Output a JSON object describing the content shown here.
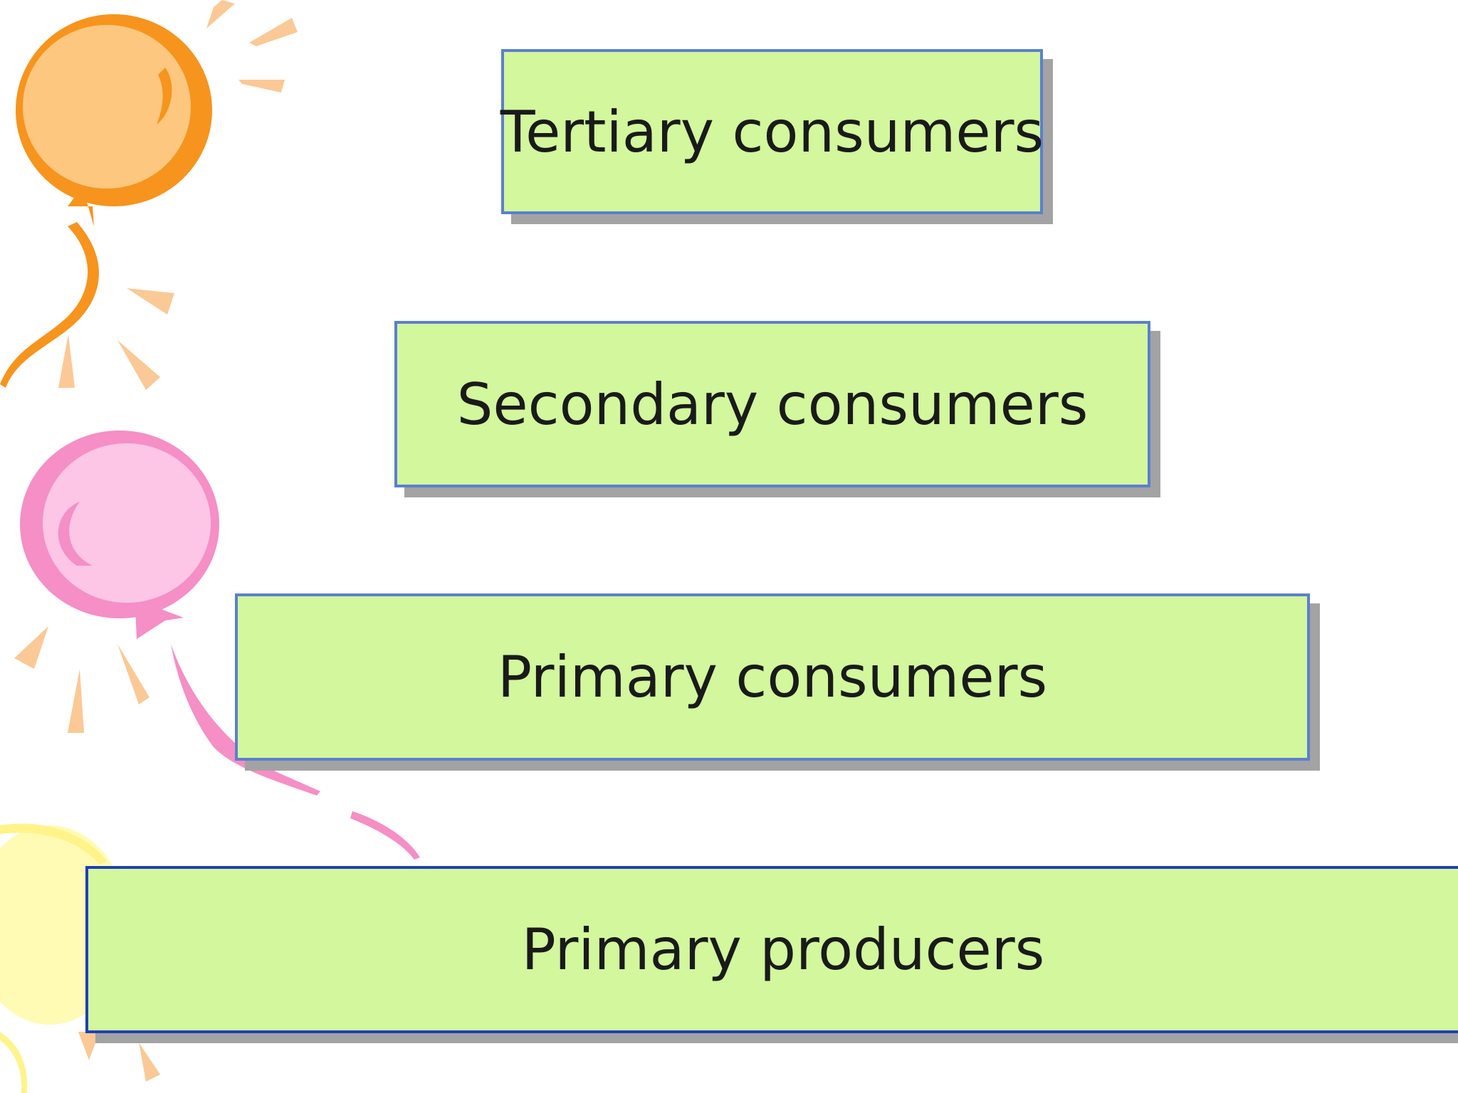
{
  "colors": {
    "box_fill": "#d2f79d",
    "box_border": "#5b7fd0",
    "box_border_dark": "#1f3fb8",
    "shadow": "#a3a3a3",
    "balloon_orange": "#f7941d",
    "balloon_orange_fill": "#fdc77f",
    "balloon_pink": "#f58fc6",
    "balloon_pink_fill": "#fdc6e6",
    "balloon_yellow_fill": "#fffbb4",
    "ray_color": "#fbc995"
  },
  "levels": [
    {
      "label": "Tertiary consumers"
    },
    {
      "label": "Secondary consumers"
    },
    {
      "label": "Primary consumers"
    },
    {
      "label": "Primary producers"
    }
  ],
  "decorations": [
    {
      "icon": "orange-balloon-icon"
    },
    {
      "icon": "pink-balloon-icon"
    },
    {
      "icon": "yellow-balloon-icon"
    }
  ]
}
